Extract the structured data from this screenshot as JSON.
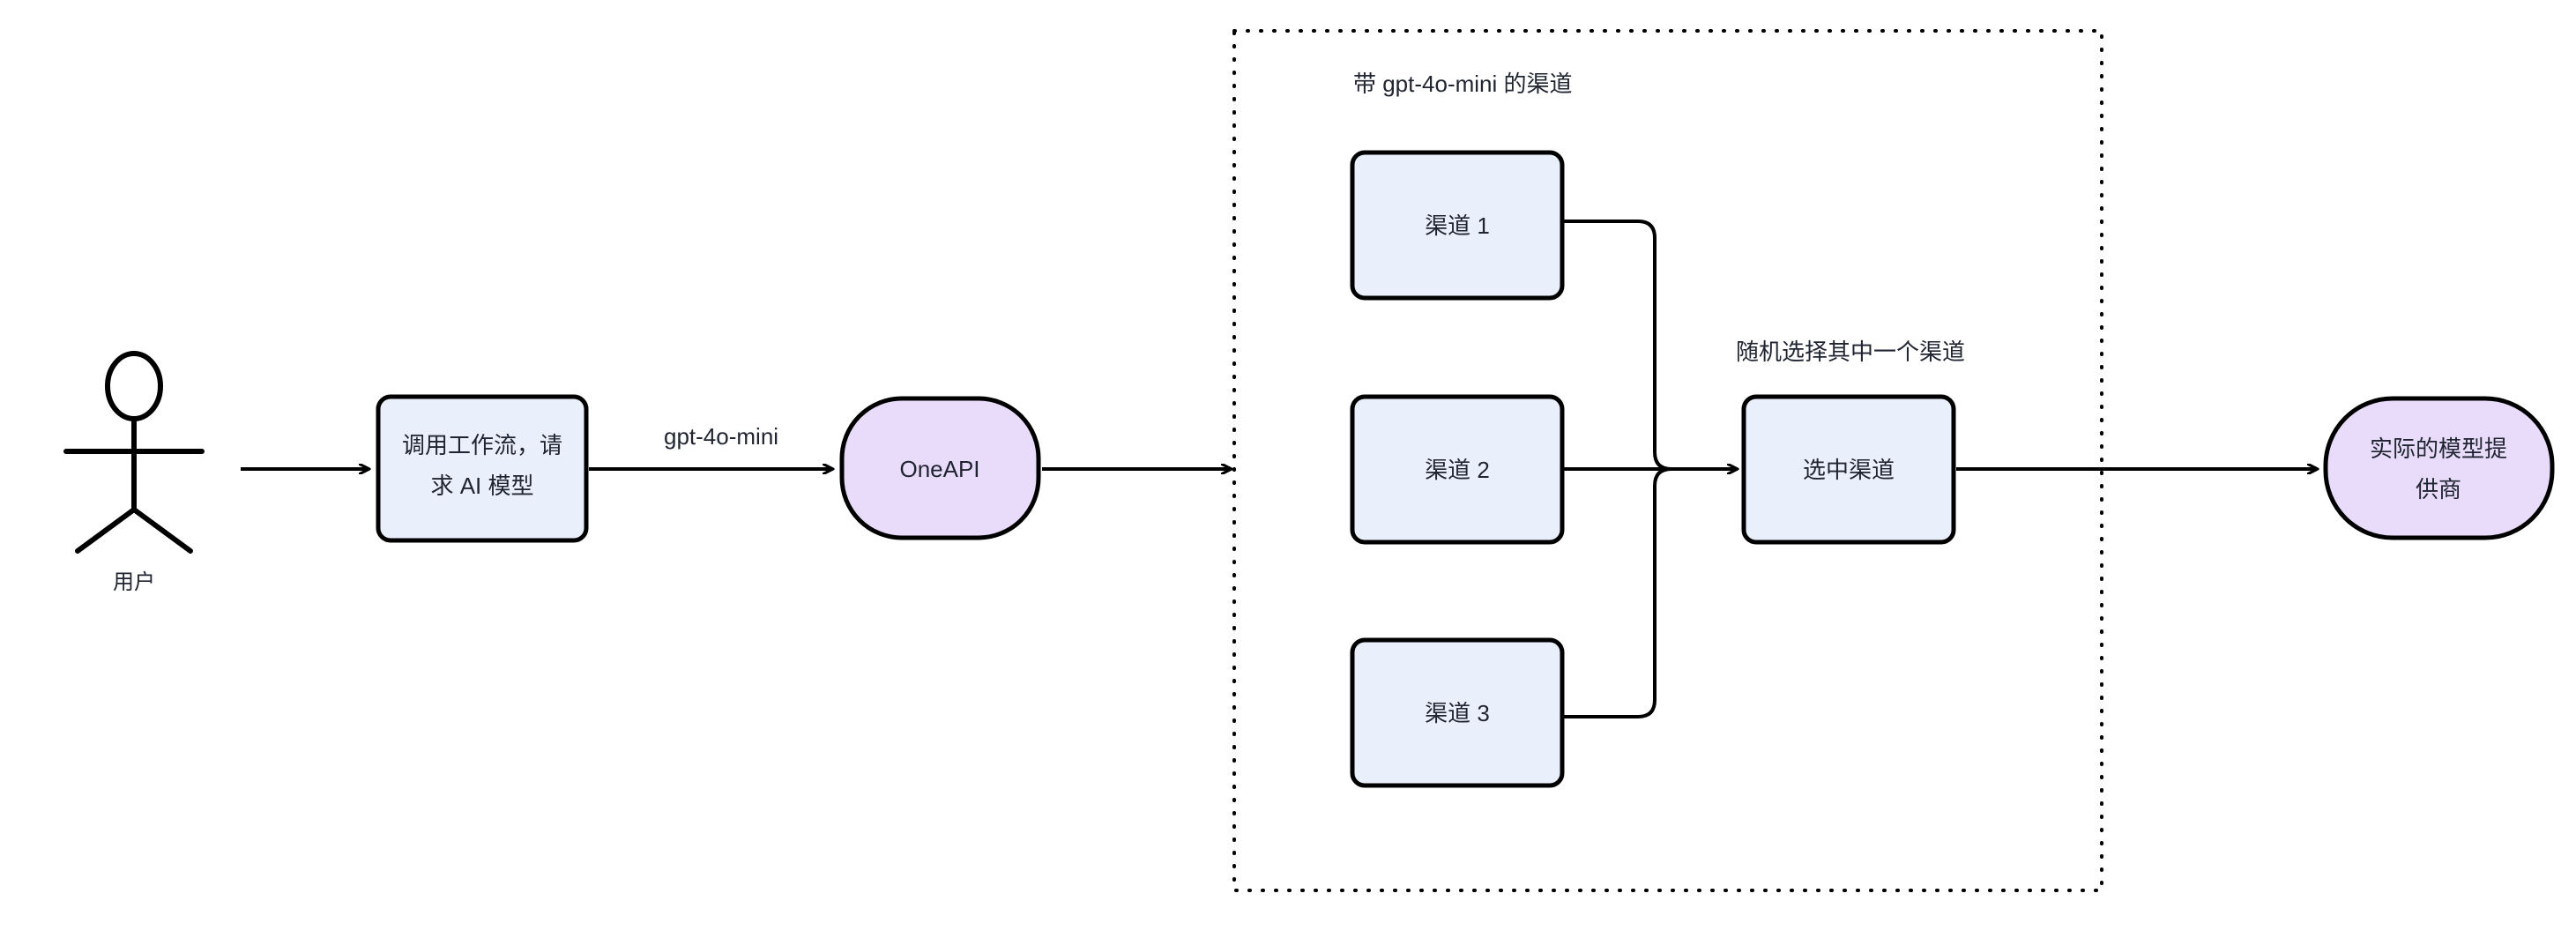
{
  "diagram": {
    "title_visible": false,
    "background": "#ffffff",
    "stroke_color": "#000000",
    "text_color": "#1f2430",
    "colors": {
      "process_fill": "#eaf0fb",
      "process_stroke": "#000000",
      "terminal_fill": "#e9dcfb",
      "terminal_stroke": "#000000",
      "group_border": "#000000"
    },
    "actor": {
      "name": "user-actor",
      "label": "用户"
    },
    "nodes": [
      {
        "id": "call-workflow",
        "shape": "rounded-rect",
        "fill": "#eaf0fb",
        "lines": [
          "调用工作流，请",
          "求 AI 模型"
        ]
      },
      {
        "id": "oneapi",
        "shape": "stadium",
        "fill": "#e9dcfb",
        "lines": [
          "OneAPI"
        ]
      },
      {
        "id": "channel-1",
        "shape": "rounded-rect",
        "fill": "#eaf0fb",
        "lines": [
          "渠道 1"
        ]
      },
      {
        "id": "channel-2",
        "shape": "rounded-rect",
        "fill": "#eaf0fb",
        "lines": [
          "渠道 2"
        ]
      },
      {
        "id": "channel-3",
        "shape": "rounded-rect",
        "fill": "#eaf0fb",
        "lines": [
          "渠道 3"
        ]
      },
      {
        "id": "selected-channel",
        "shape": "rounded-rect",
        "fill": "#eaf0fb",
        "lines": [
          "选中渠道"
        ]
      },
      {
        "id": "actual-provider",
        "shape": "stadium",
        "fill": "#e9dcfb",
        "lines": [
          "实际的模型提",
          "供商"
        ]
      }
    ],
    "group": {
      "id": "channel-group",
      "label": "带 gpt-4o-mini 的渠道",
      "border_style": "dotted"
    },
    "edge_labels": {
      "user_to_workflow": "",
      "workflow_to_oneapi": "gpt-4o-mini",
      "merge_to_selected": "随机选择其中一个渠道"
    },
    "texts": {
      "actor_label": "用户",
      "call_workflow_line1": "调用工作流，请",
      "call_workflow_line2": "求 AI 模型",
      "oneapi": "OneAPI",
      "gpt_model": "gpt-4o-mini",
      "group_title": "带 gpt-4o-mini 的渠道",
      "channel_1": "渠道 1",
      "channel_2": "渠道 2",
      "channel_3": "渠道 3",
      "random_pick": "随机选择其中一个渠道",
      "selected_channel": "选中渠道",
      "provider_line1": "实际的模型提",
      "provider_line2": "供商"
    }
  }
}
